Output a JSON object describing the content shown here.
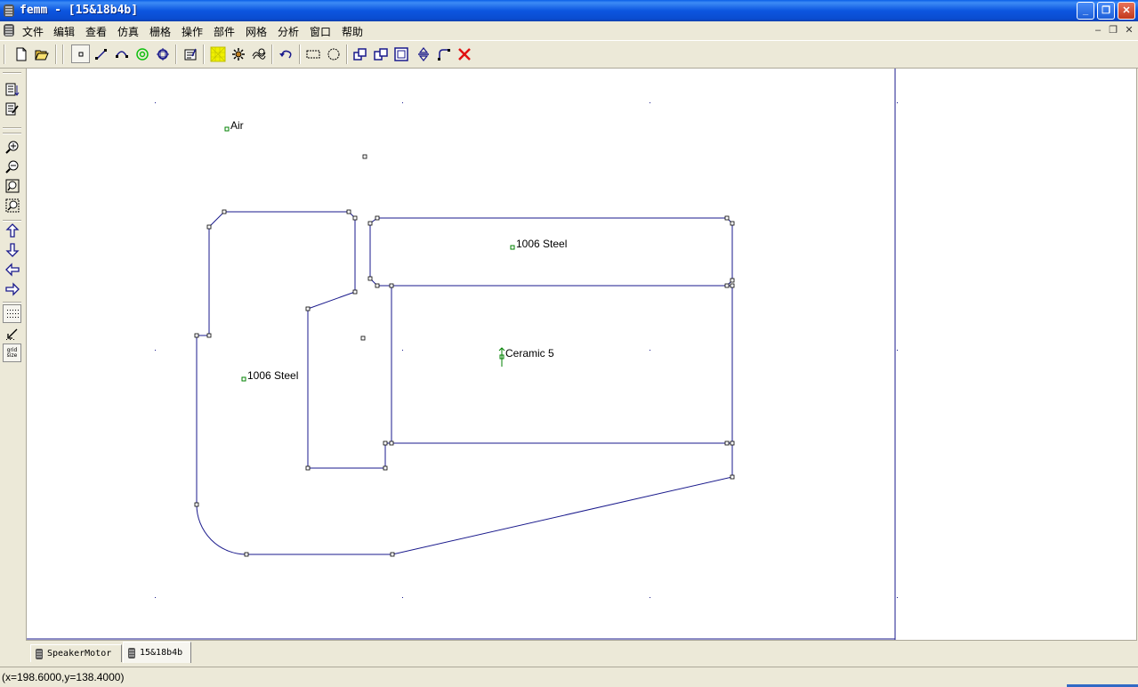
{
  "window": {
    "title": "femm - [15&18b4b]",
    "controls": {
      "minimize": "_",
      "maximize": "❐",
      "close": "✕"
    }
  },
  "menu": {
    "items": [
      "文件",
      "编辑",
      "查看",
      "仿真",
      "栅格",
      "操作",
      "部件",
      "网格",
      "分析",
      "窗口",
      "帮助"
    ],
    "mdi_controls": {
      "minimize": "–",
      "restore": "❐",
      "close": "✕"
    }
  },
  "toolbar": {
    "buttons": [
      "new-document",
      "open-folder",
      "node-mode",
      "segment-mode",
      "arc-mode",
      "block-mode",
      "group-mode",
      "properties",
      "mesh",
      "run-analysis",
      "view-results",
      "undo",
      "select-rectangle",
      "select-circle",
      "copy",
      "mirror",
      "scale",
      "move",
      "fillet",
      "delete"
    ],
    "active_mode": "node-mode"
  },
  "left_toolbar": {
    "buttons": [
      "sort-list",
      "edit-list",
      "zoom-in",
      "zoom-out",
      "zoom-natural",
      "zoom-window",
      "pan-up",
      "pan-down",
      "pan-left",
      "pan-right",
      "show-grid",
      "snap-grid",
      "grid-size"
    ],
    "grid_size_label": "grid size"
  },
  "canvas": {
    "block_labels": [
      {
        "text": "Air",
        "x": 2.0,
        "y": 4.0
      },
      {
        "text": "1006 Steel",
        "x": 10.5,
        "y": 1.5
      },
      {
        "text": "Ceramic 5",
        "x": 10.0,
        "y": -1.0
      },
      {
        "text": "1006 Steel",
        "x": 2.5,
        "y": -3.0
      }
    ],
    "colors": {
      "segment": "#1a1a8c",
      "node": "#000000",
      "label_marker": "#008000",
      "magnet_arrow": "#008000",
      "grid_dot": "#1a1a8c"
    }
  },
  "tabs": [
    {
      "label": "SpeakerMotor",
      "active": false
    },
    {
      "label": "15&18b4b",
      "active": true
    }
  ],
  "status": {
    "coords": "(x=198.6000,y=138.4000)"
  }
}
